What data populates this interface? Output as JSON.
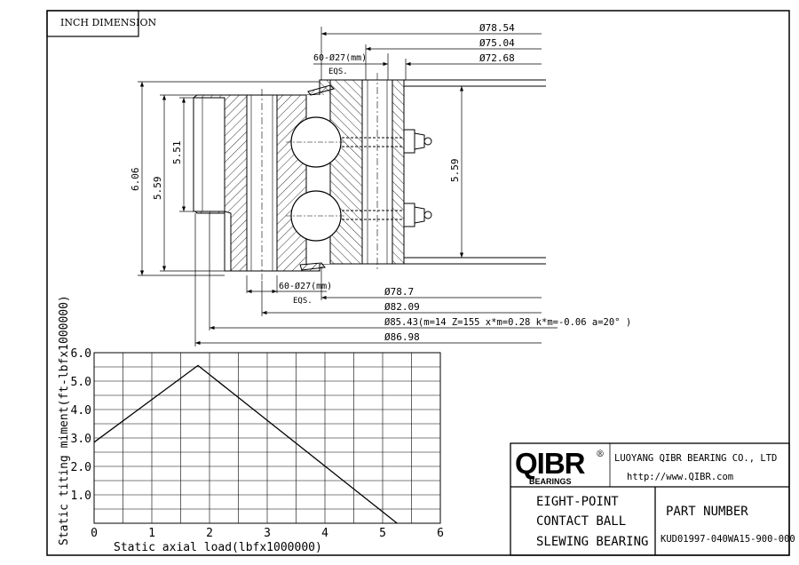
{
  "sheet": {
    "unit_label": "INCH DIMENSION"
  },
  "drawing": {
    "dims_right": [
      "Ø78.54",
      "Ø75.04",
      "Ø72.68"
    ],
    "holes_top": "60-Ø27(mm)",
    "holes_top_eqs": "EQS.",
    "holes_bottom": "60-Ø27(mm)",
    "holes_bottom_eqs": "EQS.",
    "dims_bottom": [
      "Ø78.7",
      "Ø82.09",
      "Ø85.43(m=14 Z=155 x*m=0.28 k*m=-0.06  a=20° )",
      "Ø86.98"
    ],
    "height_total": "6.06",
    "height_outer": "5.59",
    "height_inner_left": "5.51",
    "height_inner_right": "5.59"
  },
  "chart_data": {
    "type": "line",
    "xlabel": "Static axial load(lbfx1000000)",
    "ylabel": "Static titing miment(ft-lbfx1000000)",
    "xlim": [
      0,
      6
    ],
    "ylim": [
      0,
      6
    ],
    "x_ticks": [
      "0",
      "1",
      "2",
      "3",
      "4",
      "5",
      "6"
    ],
    "y_ticks": [
      "1.0",
      "2.0",
      "3.0",
      "4.0",
      "5.0",
      "6.0"
    ],
    "grid": true,
    "series": [
      {
        "x": [
          0,
          1.8,
          5.25
        ],
        "y": [
          2.85,
          5.55,
          0
        ]
      }
    ]
  },
  "title_block": {
    "logo": "QIBR",
    "logo_sub": "BEARINGS",
    "registered": "®",
    "company": "LUOYANG QIBR BEARING CO., LTD",
    "website": "http://www.QIBR.com",
    "desc_lines": [
      "EIGHT-POINT",
      "CONTACT BALL",
      "SLEWING BEARING"
    ],
    "part_label": "PART  NUMBER",
    "part_number": "KUD01997-040WA15-900-000"
  }
}
